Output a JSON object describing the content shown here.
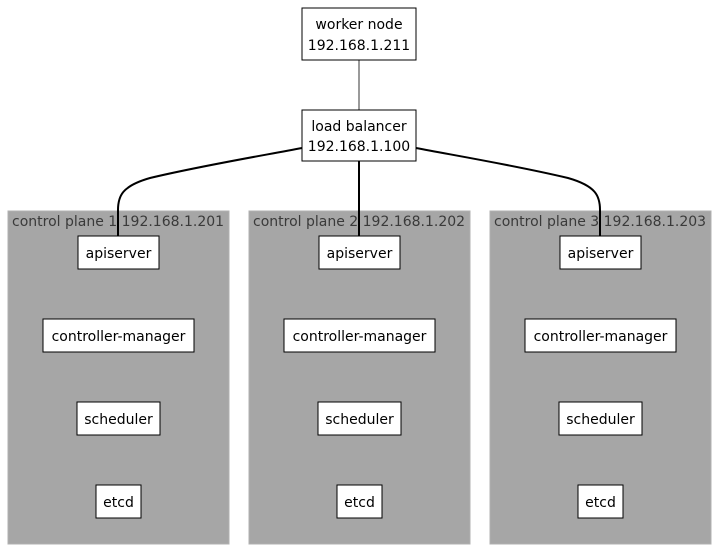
{
  "diagram": {
    "worker": {
      "name": "worker node",
      "ip": "192.168.1.211"
    },
    "load_balancer": {
      "name": "load balancer",
      "ip": "192.168.1.100"
    },
    "clusters": [
      {
        "label": "control plane 1 192.168.1.201",
        "components": [
          "apiserver",
          "controller-manager",
          "scheduler",
          "etcd"
        ]
      },
      {
        "label": "control plane 2 192.168.1.202",
        "components": [
          "apiserver",
          "controller-manager",
          "scheduler",
          "etcd"
        ]
      },
      {
        "label": "control plane 3 192.168.1.203",
        "components": [
          "apiserver",
          "controller-manager",
          "scheduler",
          "etcd"
        ]
      }
    ],
    "colors": {
      "cluster_fill": "#a6a6a6",
      "cluster_label": "#3a3a3a",
      "node_fill": "#ffffff",
      "node_border": "#000000",
      "worker_edge": "#9a9a9a",
      "edge": "#000000"
    }
  }
}
